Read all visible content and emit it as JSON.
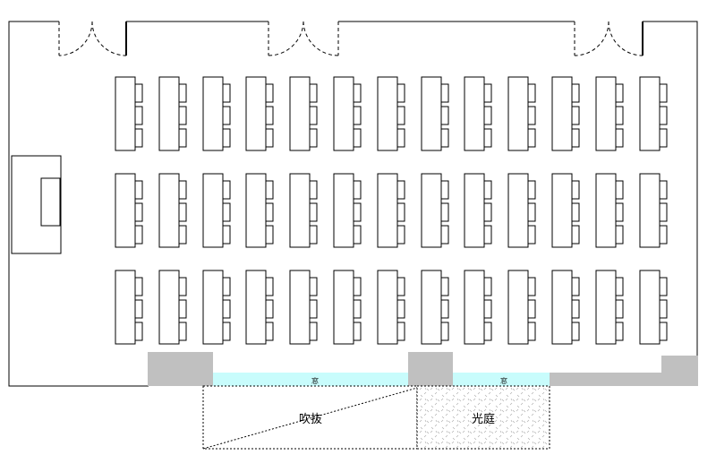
{
  "labels": {
    "void": "吹抜",
    "courtyard": "光庭",
    "window_left": "窓",
    "window_right": "窓"
  },
  "layout": {
    "desk_columns": 13,
    "desk_rows": 3,
    "chairs_per_desk": 3,
    "door_count": 3
  },
  "colors": {
    "wall": "#000000",
    "pillar": "#c0c0c0",
    "window": "#c8fcfc",
    "background": "#ffffff"
  },
  "icons": {
    "door": "door-swing-icon",
    "desk": "desk-icon",
    "chair": "chair-icon",
    "lectern": "lectern-icon"
  }
}
